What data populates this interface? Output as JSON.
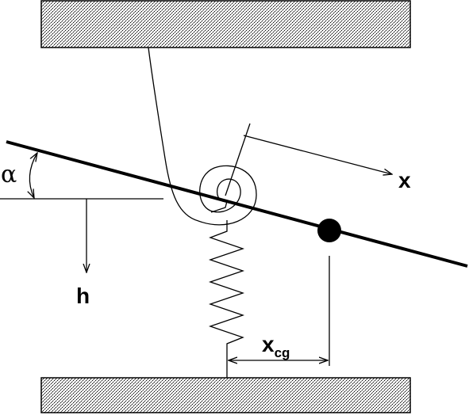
{
  "labels": {
    "alpha": "α",
    "h": "h",
    "x": "x",
    "xcg_main": "x",
    "xcg_sub": "cg"
  },
  "colors": {
    "ink": "#000000",
    "hatch_fill": "#ffffff"
  }
}
